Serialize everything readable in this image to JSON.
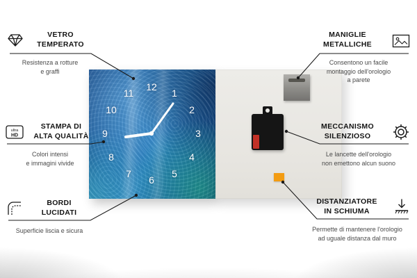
{
  "clock": {
    "numbers": [
      "12",
      "1",
      "2",
      "3",
      "4",
      "5",
      "6",
      "7",
      "8",
      "9",
      "10",
      "11"
    ]
  },
  "callouts": [
    {
      "id": "vetro-temperato",
      "icon": "diamond-icon",
      "title1": "VETRO",
      "title2": "TEMPERATO",
      "desc": "Resistenza a rotture\ne graffi"
    },
    {
      "id": "stampa-alta-qualita",
      "icon": "ultra-hd-icon",
      "title1": "STAMPA DI",
      "title2": "ALTA QUALITÀ",
      "desc": "Colori intensi\ne immagini vivide"
    },
    {
      "id": "bordi-lucidati",
      "icon": "polished-edge-icon",
      "title1": "BORDI",
      "title2": "LUCIDATI",
      "desc": "Superficie liscia e sicura"
    },
    {
      "id": "maniglie-metalliche",
      "icon": "picture-frame-icon",
      "title1": "MANIGLIE",
      "title2": "METALLICHE",
      "desc": "Consentono un facile\nmontaggio dell'orologio\na parete"
    },
    {
      "id": "meccanismo-silenzioso",
      "icon": "gear-icon",
      "title1": "MECCANISMO",
      "title2": "SILENZIOSO",
      "desc": "Le lancette dell'orologio\nnon emettono alcun suono"
    },
    {
      "id": "distanziatore-schiuma",
      "icon": "foam-spacer-icon",
      "title1": "DISTANZIATORE",
      "title2": "IN SCHIUMA",
      "desc": "Permette di mantenere l'orologio\nad uguale distanza dal muro"
    }
  ],
  "colors": {
    "line": "#1a1a1a",
    "clock_blue": "#2f88c9",
    "foam_orange": "#f39c12"
  }
}
